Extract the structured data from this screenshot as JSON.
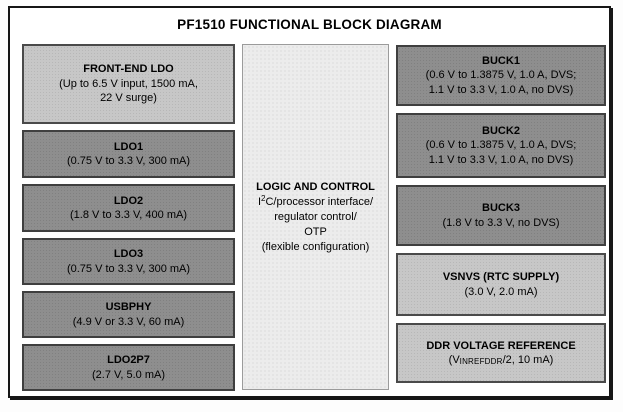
{
  "title": "PF1510 FUNCTIONAL BLOCK DIAGRAM",
  "palette": {
    "dark_block_fill": "#8e8e8e",
    "light_block_fill": "#c7c7c7",
    "center_block_fill": "#ececec",
    "block_border": "#3f3f3f",
    "frame_border": "#161616",
    "text": "#000000"
  },
  "left_column": [
    {
      "name": "FRONT-END LDO",
      "lines": [
        "(Up to 6.5 V input, 1500 mA,",
        "22 V surge)"
      ]
    },
    {
      "name": "LDO1",
      "lines": [
        "(0.75 V to 3.3 V, 300 mA)"
      ]
    },
    {
      "name": "LDO2",
      "lines": [
        "(1.8 V to 3.3 V, 400 mA)"
      ]
    },
    {
      "name": "LDO3",
      "lines": [
        "(0.75 V to 3.3 V, 300 mA)"
      ]
    },
    {
      "name": "USBPHY",
      "lines": [
        "(4.9 V or 3.3 V, 60 mA)"
      ]
    },
    {
      "name": "LDO2P7",
      "lines": [
        "(2.7 V, 5.0 mA)"
      ]
    }
  ],
  "center": {
    "title": "LOGIC AND CONTROL",
    "i2c_line": {
      "pre": "I",
      "sup": "2",
      "post": "C/processor interface/"
    },
    "lines": [
      "regulator control/",
      "OTP",
      "(flexible configuration)"
    ]
  },
  "right_column": [
    {
      "name": "BUCK1",
      "lines": [
        "(0.6 V to 1.3875 V, 1.0 A, DVS;",
        "1.1 V to 3.3 V, 1.0 A, no DVS)"
      ]
    },
    {
      "name": "BUCK2",
      "lines": [
        "(0.6 V to 1.3875 V, 1.0 A, DVS;",
        "1.1 V to 3.3 V, 1.0 A, no DVS)"
      ]
    },
    {
      "name": "BUCK3",
      "lines": [
        "(1.8 V to 3.3 V, no DVS)"
      ]
    },
    {
      "name": "VSNVS (RTC SUPPLY)",
      "lines": [
        "(3.0 V, 2.0 mA)"
      ]
    },
    {
      "name": "DDR VOLTAGE REFERENCE",
      "line_parts": {
        "pre": "(V",
        "sub": "INREFDDR",
        "post": "/2, 10 mA)"
      }
    }
  ]
}
